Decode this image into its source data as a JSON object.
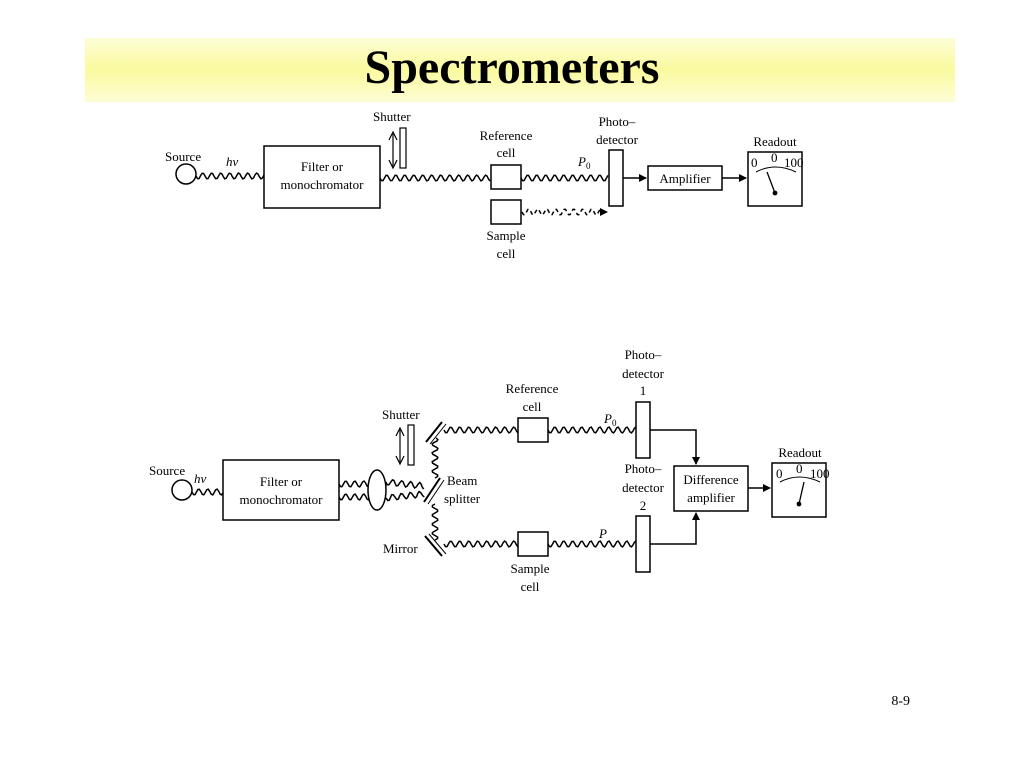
{
  "slide": {
    "title": "Spectrometers",
    "page_number": "8-9"
  },
  "diagram_single": {
    "source": "Source",
    "hv": "hν",
    "filter_line1": "Filter or",
    "filter_line2": "monochromator",
    "shutter": "Shutter",
    "reference_line1": "Reference",
    "reference_line2": "cell",
    "p0": "P",
    "p0_sub": "0",
    "photodetector_line1": "Photo–",
    "photodetector_line2": "detector",
    "amplifier": "Amplifier",
    "readout": "Readout",
    "scale_left": "0",
    "scale_mid": "0",
    "scale_right": "100",
    "sample_line1": "Sample",
    "sample_line2": "cell"
  },
  "diagram_double": {
    "source": "Source",
    "hv": "hν",
    "filter_line1": "Filter or",
    "filter_line2": "monochromator",
    "shutter": "Shutter",
    "mirror": "Mirror",
    "beam_splitter_line1": "Beam",
    "beam_splitter_line2": "splitter",
    "reference_line1": "Reference",
    "reference_line2": "cell",
    "p0": "P",
    "p0_sub": "0",
    "p": "P",
    "photodetector1_line1": "Photo–",
    "photodetector1_line2": "detector",
    "photodetector1_line3": "1",
    "photodetector2_line1": "Photo–",
    "photodetector2_line2": "detector",
    "photodetector2_line3": "2",
    "difference_line1": "Difference",
    "difference_line2": "amplifier",
    "readout": "Readout",
    "scale_left": "0",
    "scale_mid": "0",
    "scale_right": "100",
    "sample_line1": "Sample",
    "sample_line2": "cell"
  }
}
